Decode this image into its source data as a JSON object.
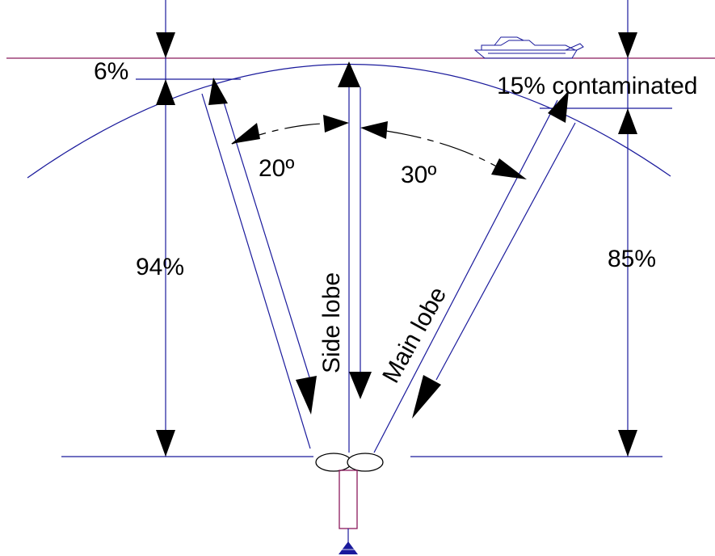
{
  "labels": {
    "surface_pct_left": "6%",
    "surface_pct_right": "15% contaminated",
    "depth_left": "94%",
    "depth_right": "85%",
    "angle_side": "20º",
    "angle_main": "30º",
    "side_lobe": "Side lobe",
    "main_lobe": "Main lobe"
  },
  "colors": {
    "surface_line": "#8b1a5c",
    "lines": "#1a1a9c",
    "arrows": "#000000",
    "transducer_housing": "#8b1a5c"
  }
}
